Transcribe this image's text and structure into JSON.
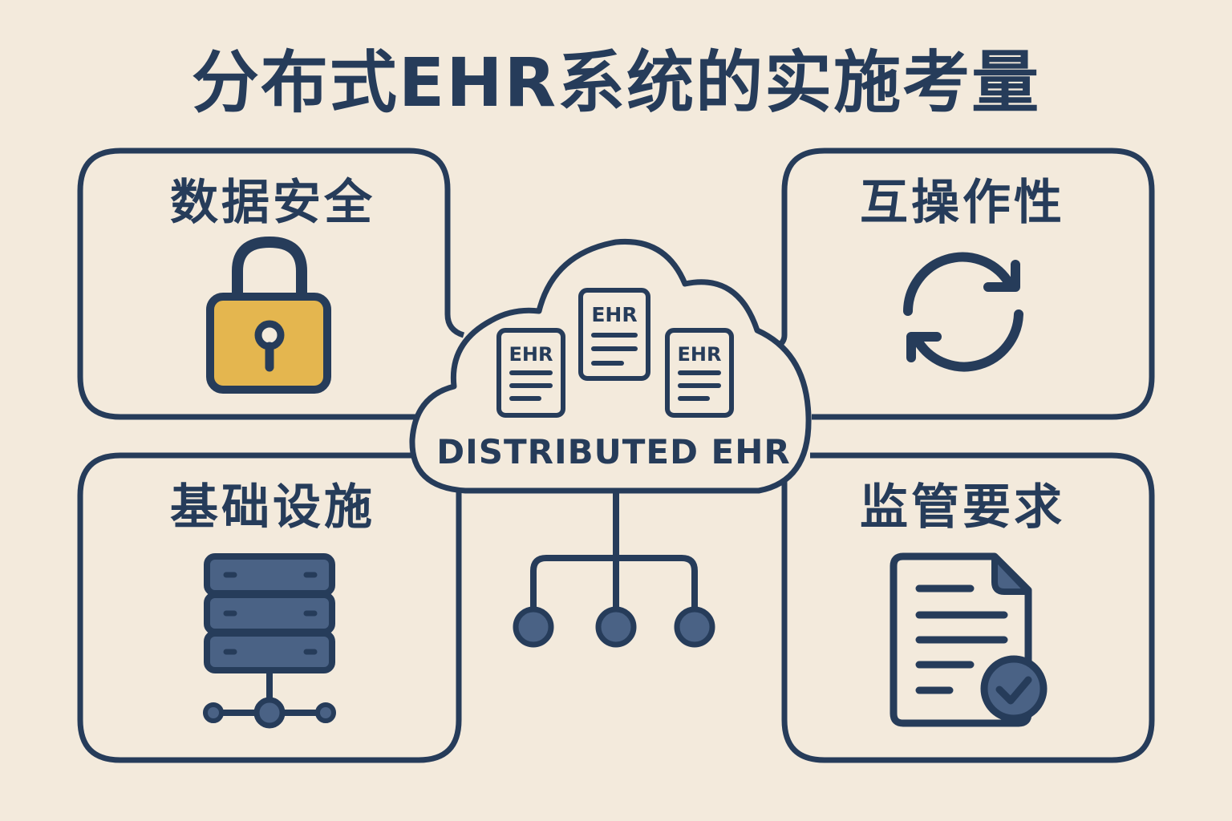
{
  "title": "分布式EHR系统的实施考量",
  "center": {
    "label": "DISTRIBUTED EHR",
    "documents": [
      {
        "tag": "EHR"
      },
      {
        "tag": "EHR"
      },
      {
        "tag": "EHR"
      }
    ],
    "icon": "cloud-icon",
    "network_icon": "network-tree-icon"
  },
  "panels": [
    {
      "id": "data-security",
      "label": "数据安全",
      "icon": "padlock-icon"
    },
    {
      "id": "interoperability",
      "label": "互操作性",
      "icon": "sync-arrows-icon"
    },
    {
      "id": "infrastructure",
      "label": "基础设施",
      "icon": "server-stack-icon"
    },
    {
      "id": "regulatory",
      "label": "监管要求",
      "icon": "document-check-icon"
    }
  ],
  "colors": {
    "background": "#f3eadc",
    "stroke": "#263c5a",
    "fill_accent": "#4a6285",
    "lock_body": "#e4b64f"
  }
}
